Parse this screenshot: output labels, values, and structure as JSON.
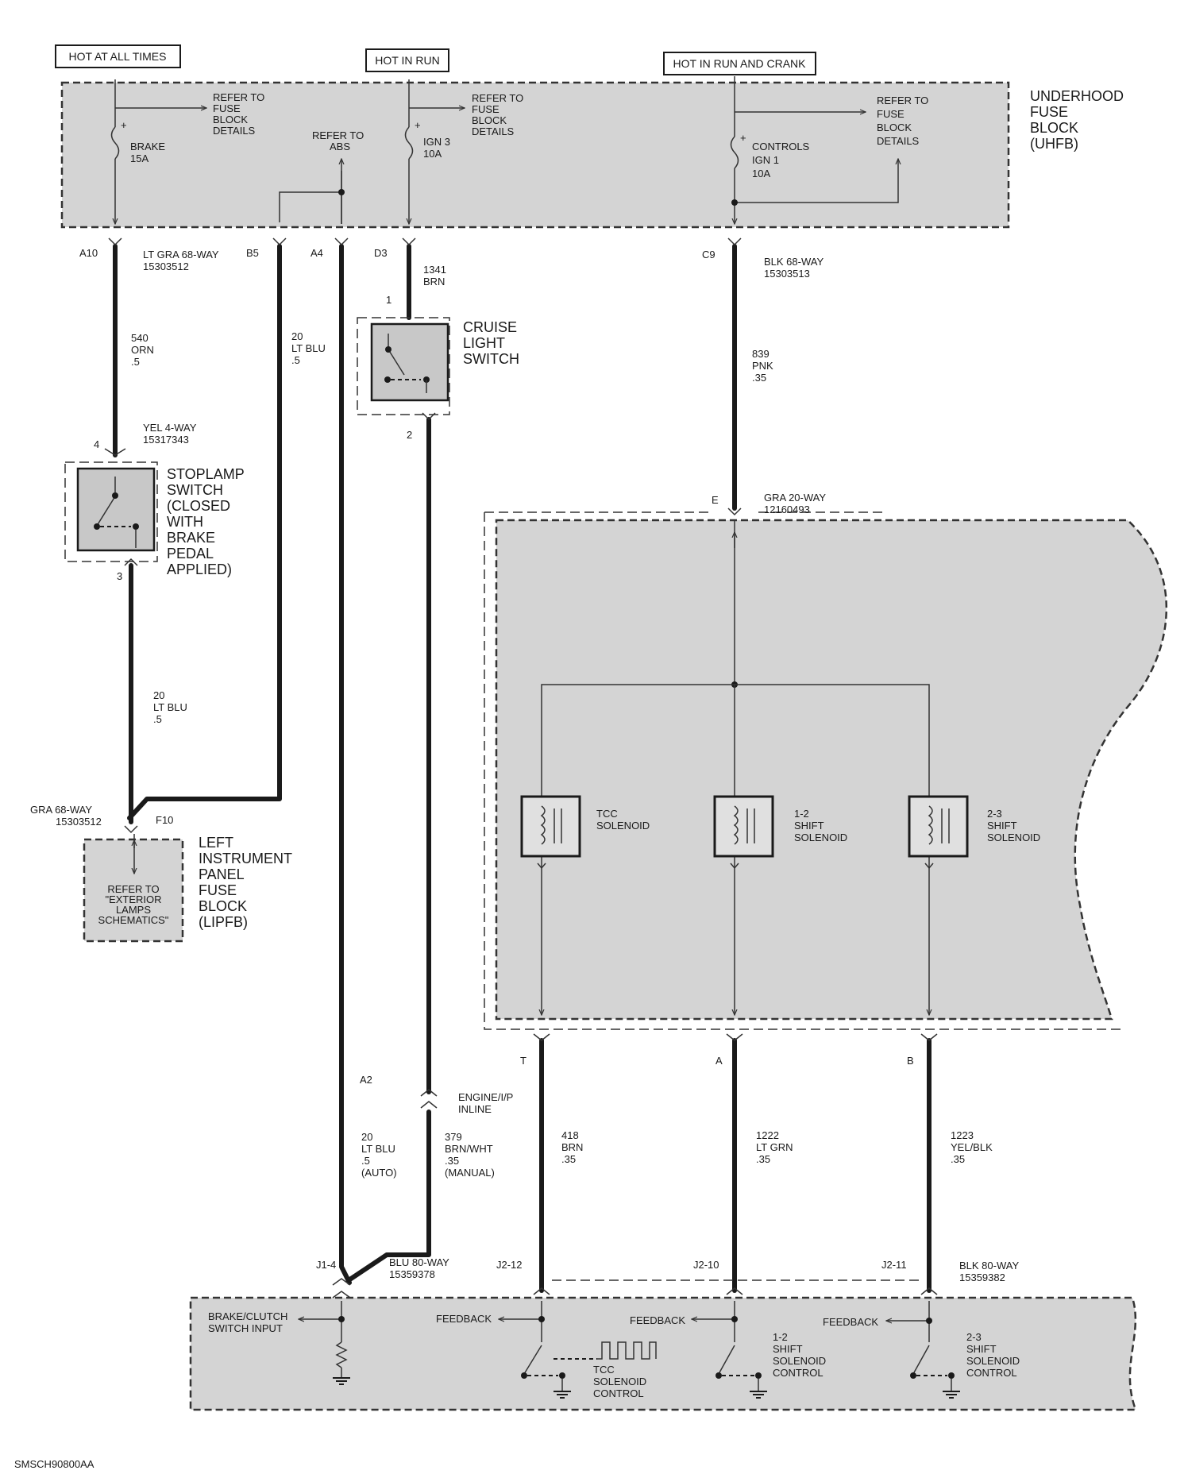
{
  "headers": {
    "hot_at_all_times": "HOT AT ALL TIMES",
    "hot_in_run": "HOT IN RUN",
    "hot_in_run_crank": "HOT IN RUN AND CRANK"
  },
  "uhfb": {
    "title": [
      "UNDERHOOD",
      "FUSE",
      "BLOCK",
      "(UHFB)"
    ],
    "refer1": [
      "REFER TO",
      "FUSE",
      "BLOCK",
      "DETAILS"
    ],
    "refer2": [
      "REFER TO",
      "FUSE",
      "BLOCK",
      "DETAILS"
    ],
    "refer3": [
      "REFER TO",
      "FUSE",
      "BLOCK",
      "DETAILS"
    ],
    "refer_abs": [
      "REFER TO",
      "ABS"
    ],
    "fuse_brake": [
      "BRAKE",
      "15A"
    ],
    "fuse_ign3": [
      "IGN 3",
      "10A"
    ],
    "fuse_controls": [
      "CONTROLS",
      "IGN 1",
      "10A"
    ]
  },
  "connectors": {
    "a10": "A10",
    "b5": "B5",
    "a4": "A4",
    "d3": "D3",
    "c9": "C9",
    "lt_gra": [
      "LT GRA 68-WAY",
      "15303512"
    ],
    "blk68": [
      "BLK 68-WAY",
      "15303513"
    ],
    "yel4": [
      "YEL 4-WAY",
      "15317343"
    ],
    "gra20": [
      "GRA 20-WAY",
      "12160493"
    ],
    "gra68": [
      "GRA 68-WAY",
      "15303512"
    ],
    "f10": "F10",
    "pin_e": "E",
    "pin_1": "1",
    "pin_2": "2",
    "pin_3": "3",
    "pin_4": "4",
    "pin_t": "T",
    "pin_a": "A",
    "pin_b": "B",
    "a2": "A2",
    "engine_ip": [
      "ENGINE/I/P",
      "INLINE"
    ],
    "j1_4": "J1-4",
    "blu80": [
      "BLU 80-WAY",
      "15359378"
    ],
    "j2_12": "J2-12",
    "j2_10": "J2-10",
    "j2_11": "J2-11",
    "blk80": [
      "BLK 80-WAY",
      "15359382"
    ]
  },
  "wires": {
    "w540": [
      "540",
      "ORN",
      ".5"
    ],
    "w20a": [
      "20",
      "LT BLU",
      ".5"
    ],
    "w20b": [
      "20",
      "LT BLU",
      ".5"
    ],
    "w1341": [
      "1341",
      "BRN"
    ],
    "w839": [
      "839",
      "PNK",
      ".35"
    ],
    "w20auto": [
      "20",
      "LT BLU",
      ".5",
      "(AUTO)"
    ],
    "w379": [
      "379",
      "BRN/WHT",
      ".35",
      "(MANUAL)"
    ],
    "w418": [
      "418",
      "BRN",
      ".35"
    ],
    "w1222": [
      "1222",
      "LT GRN",
      ".35"
    ],
    "w1223": [
      "1223",
      "YEL/BLK",
      ".35"
    ]
  },
  "components": {
    "cruise": [
      "CRUISE",
      "LIGHT",
      "SWITCH"
    ],
    "stoplamp": [
      "STOPLAMP",
      "SWITCH",
      "(CLOSED",
      "WITH",
      "BRAKE",
      "PEDAL",
      "APPLIED)"
    ],
    "lipfb": [
      "LEFT",
      "INSTRUMENT",
      "PANEL",
      "FUSE",
      "BLOCK",
      "(LIPFB)"
    ],
    "lipfb_refer": [
      "REFER TO",
      "\"EXTERIOR",
      "LAMPS",
      "SCHEMATICS\""
    ],
    "tcc": [
      "TCC",
      "SOLENOID"
    ],
    "shift12": [
      "1-2",
      "SHIFT",
      "SOLENOID"
    ],
    "shift23": [
      "2-3",
      "SHIFT",
      "SOLENOID"
    ]
  },
  "pcm": {
    "brake_input": [
      "BRAKE/CLUTCH",
      "SWITCH INPUT"
    ],
    "feedback1": "FEEDBACK",
    "feedback2": "FEEDBACK",
    "feedback3": "FEEDBACK",
    "tcc_ctrl": [
      "TCC",
      "SOLENOID",
      "CONTROL"
    ],
    "ctrl12": [
      "1-2",
      "SHIFT",
      "SOLENOID",
      "CONTROL"
    ],
    "ctrl23": [
      "2-3",
      "SHIFT",
      "SOLENOID",
      "CONTROL"
    ]
  },
  "footer": "SMSCH90800AA"
}
